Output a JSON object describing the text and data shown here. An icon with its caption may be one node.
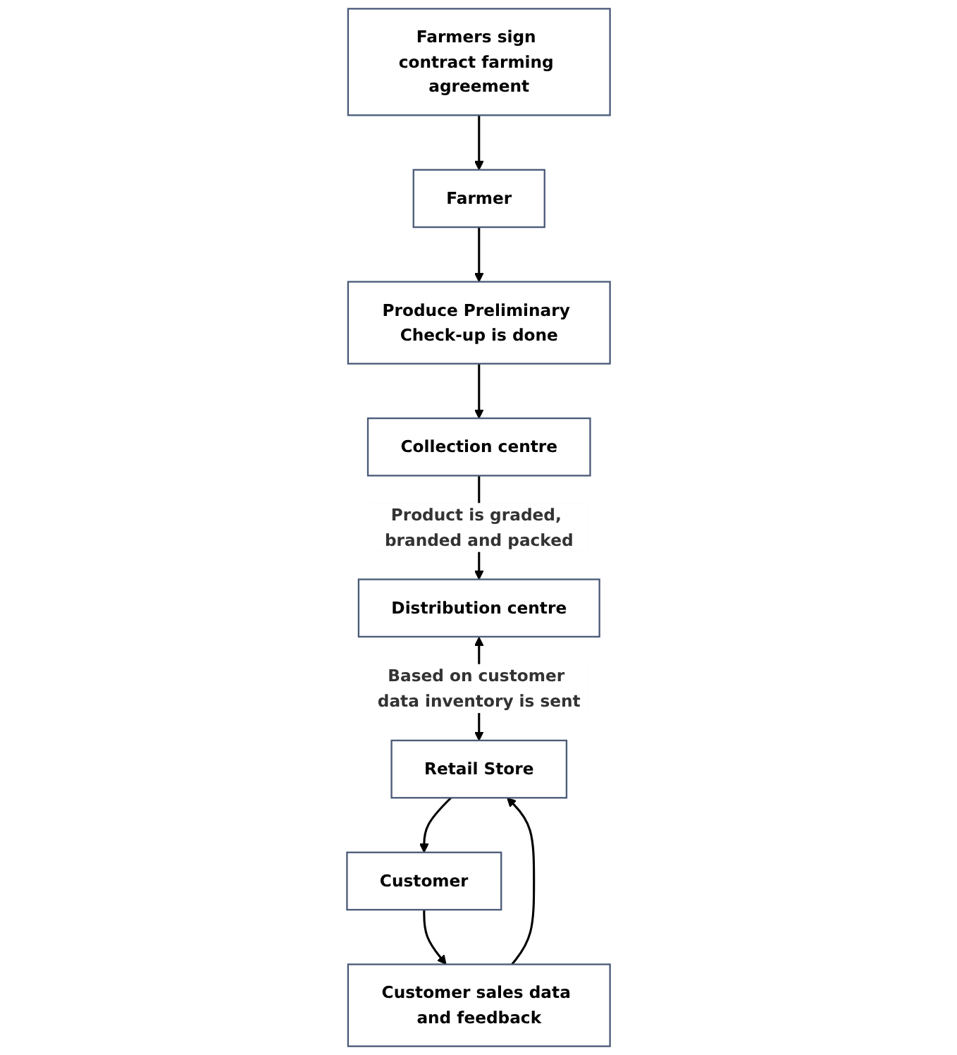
{
  "diagram": {
    "nodes": [
      {
        "text": [
          "Farmer"
        ]
      },
      {
        "text": [
          "Farmers sign contract farming agreement"
        ]
      },
      {
        "text": [
          "Produce Preliminary Check-up is done"
        ]
      },
      {
        "text": [
          "Collection centre"
        ]
      },
      {
        "text": [
          "Distribution centre"
        ]
      },
      {
        "text": [
          "Customer sales data and feedback"
        ]
      },
      {
        "text": [
          "Retail Store"
        ]
      },
      {
        "text": [
          "Customer"
        ]
      }
    ],
    "edges": [
      {
        "from": 1,
        "to": 0,
        "arrow": "to"
      },
      {
        "from": 0,
        "to": 2,
        "arrow": "to"
      },
      {
        "from": 2,
        "to": 3,
        "arrow": "to"
      },
      {
        "from": 3,
        "to": 4,
        "arrow": "to",
        "label": "Product is graded, branded and packed"
      },
      {
        "from": 4,
        "to": 6,
        "arrow": "both",
        "label": "Based on customer data inventory is sent"
      },
      {
        "from": 5,
        "to": 6,
        "arrow": "to"
      },
      {
        "from": 6,
        "to": 7,
        "arrow": "to"
      },
      {
        "from": 7,
        "to": 5,
        "arrow": "to"
      }
    ]
  }
}
